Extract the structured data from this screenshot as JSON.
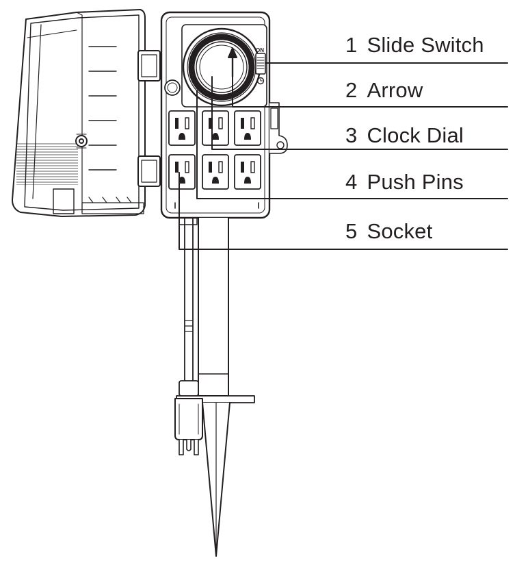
{
  "callouts": [
    {
      "number": "1",
      "label": "Slide Switch"
    },
    {
      "number": "2",
      "label": "Arrow"
    },
    {
      "number": "3",
      "label": "Clock Dial"
    },
    {
      "number": "4",
      "label": "Push Pins"
    },
    {
      "number": "5",
      "label": "Socket"
    }
  ],
  "switch_marking": "ON",
  "colors": {
    "line": "#231f20",
    "background": "#ffffff"
  }
}
